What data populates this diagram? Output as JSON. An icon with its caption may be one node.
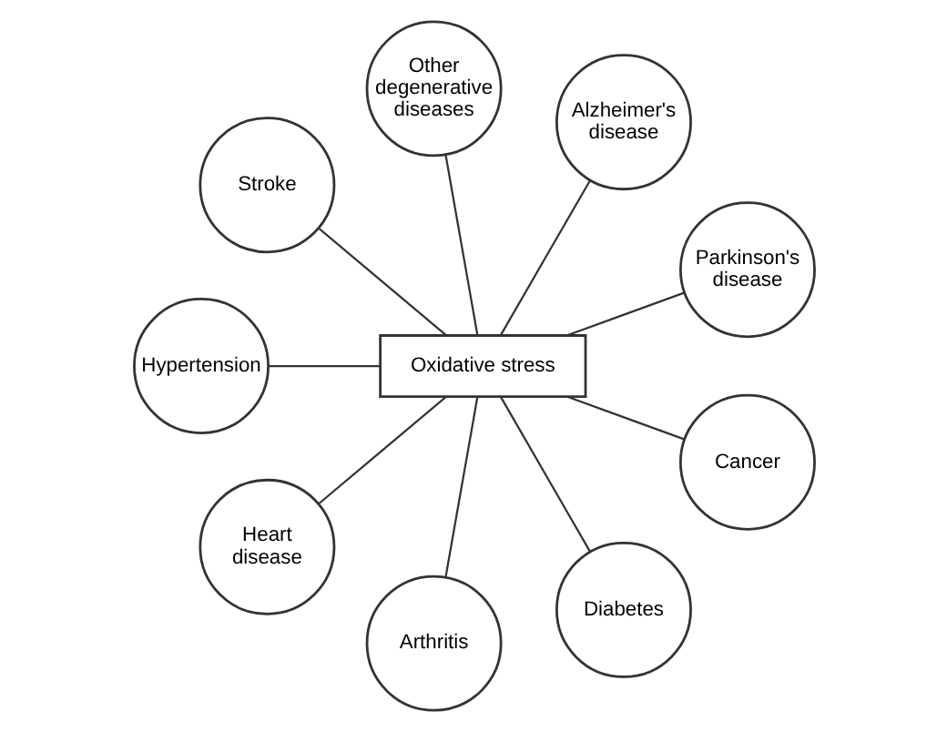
{
  "diagram": {
    "nodes": [
      {
        "text": [
          "Oxidative stress"
        ]
      },
      {
        "text": [
          "Parkinson's disease"
        ]
      },
      {
        "text": [
          "Alzheimer's disease"
        ]
      },
      {
        "text": [
          "Other degenerative diseases"
        ]
      },
      {
        "text": [
          "Stroke"
        ]
      },
      {
        "text": [
          "Hypertension"
        ]
      },
      {
        "text": [
          "Heart disease"
        ]
      },
      {
        "text": [
          "Arthritis"
        ]
      },
      {
        "text": [
          "Diabetes"
        ]
      },
      {
        "text": [
          "Cancer"
        ]
      }
    ],
    "edges": [
      {
        "from": 0,
        "to": 1,
        "arrow": "none"
      },
      {
        "from": 0,
        "to": 2,
        "arrow": "none"
      },
      {
        "from": 0,
        "to": 3,
        "arrow": "none"
      },
      {
        "from": 0,
        "to": 4,
        "arrow": "none"
      },
      {
        "from": 0,
        "to": 5,
        "arrow": "none"
      },
      {
        "from": 0,
        "to": 6,
        "arrow": "none"
      },
      {
        "from": 0,
        "to": 7,
        "arrow": "none"
      },
      {
        "from": 0,
        "to": 8,
        "arrow": "none"
      },
      {
        "from": 0,
        "to": 9,
        "arrow": "none"
      }
    ]
  }
}
